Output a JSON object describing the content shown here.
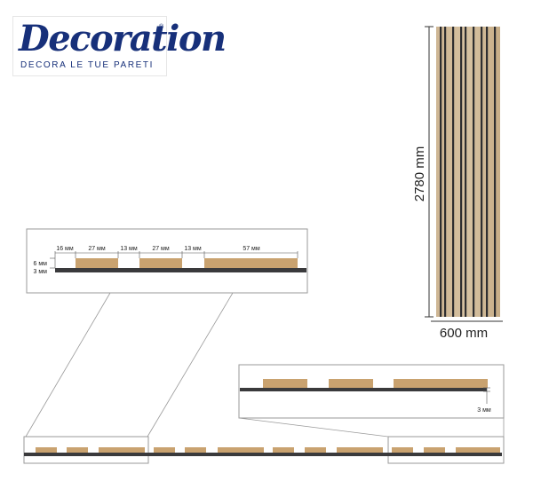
{
  "brand": {
    "name": "Decoration",
    "registered_mark": "®",
    "tagline": "DECORA LE TUE PARETI"
  },
  "panel": {
    "height_label": "2780 mm",
    "width_label": "600 mm"
  },
  "detail": {
    "widths": [
      "16 мм",
      "27 мм",
      "13 мм",
      "27 мм",
      "13 мм",
      "57 мм"
    ],
    "heights": [
      "6 мм",
      "3 мм"
    ],
    "base_thickness": "3 мм"
  },
  "colors": {
    "wood": "#c9a26f",
    "wood_dark": "#b48a57",
    "felt": "#3a3a3c",
    "brand_blue": "#17307a",
    "frame": "#9a9a9a"
  }
}
